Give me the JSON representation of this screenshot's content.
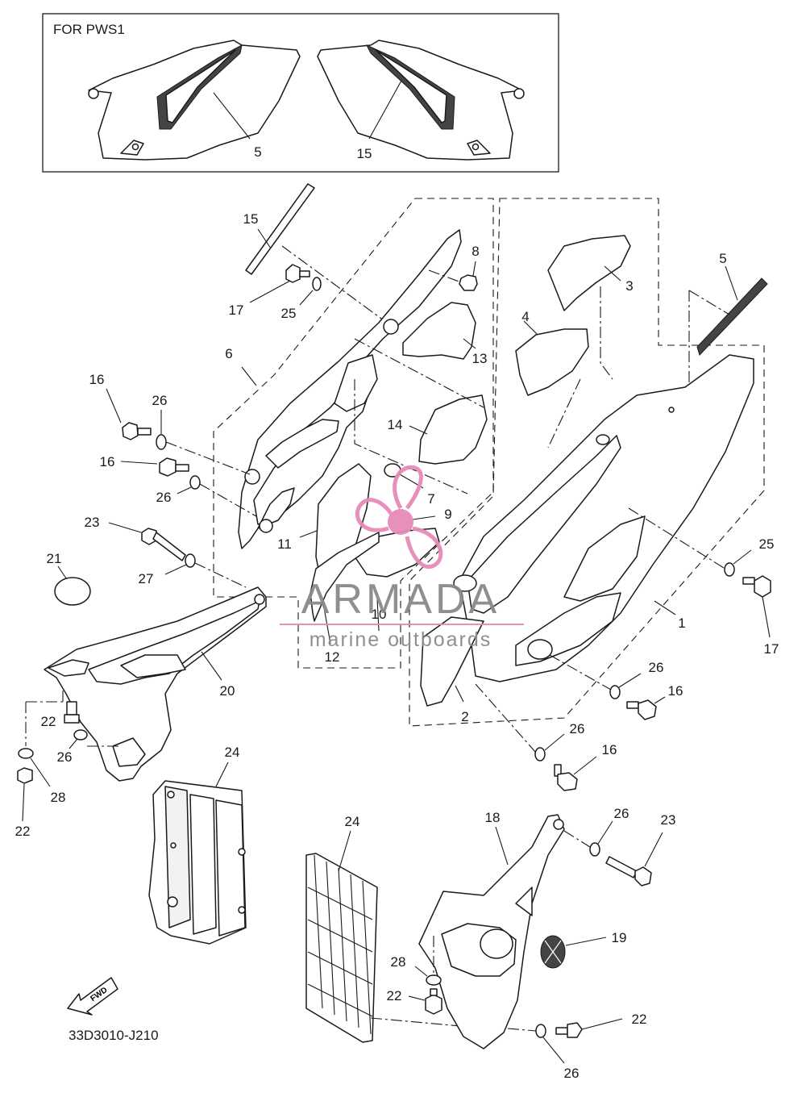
{
  "inset": {
    "title": "FOR PWS1",
    "labels": [
      "5",
      "15"
    ]
  },
  "callouts": {
    "c1": "1",
    "c2": "2",
    "c3": "3",
    "c4": "4",
    "c5": "5",
    "c6": "6",
    "c7": "7",
    "c8": "8",
    "c9": "9",
    "c10": "10",
    "c11": "11",
    "c12": "12",
    "c13": "13",
    "c14": "14",
    "c15": "15",
    "c16a": "16",
    "c16b": "16",
    "c16c": "16",
    "c16d": "16",
    "c17a": "17",
    "c17b": "17",
    "c18": "18",
    "c19": "19",
    "c20": "20",
    "c21": "21",
    "c22a": "22",
    "c22b": "22",
    "c22c": "22",
    "c22d": "22",
    "c23a": "23",
    "c23b": "23",
    "c24a": "24",
    "c24b": "24",
    "c25a": "25",
    "c25b": "25",
    "c26a": "26",
    "c26b": "26",
    "c26c": "26",
    "c26d": "26",
    "c26e": "26",
    "c26f": "26",
    "c27": "27",
    "c28a": "28",
    "c28b": "28"
  },
  "fwd_label": "FWD",
  "diagram_code": "33D3010-J210",
  "watermark": {
    "brand": "ARMADA",
    "tagline": "marine outboards",
    "color_pink": "#e58bb8",
    "color_gray": "#8a8a8a"
  }
}
